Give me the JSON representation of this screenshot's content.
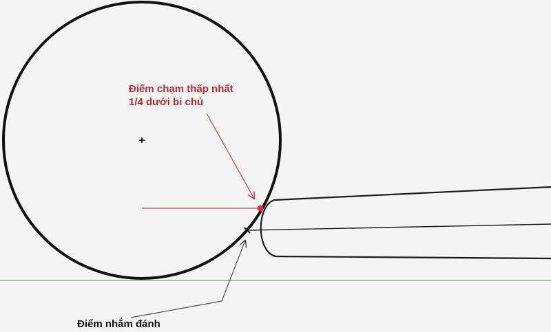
{
  "labels": {
    "contact_point_line1": "Điểm chạm thấp nhất",
    "contact_point_line2": "1/4 dưới bi chủ",
    "aim_point": "Điểm nhắm đánh"
  },
  "colors": {
    "background": "#f4f4f4",
    "ball_outline": "#111111",
    "cue_outline": "#1a1a1a",
    "contact_text": "#c0282d",
    "contact_marker": "#e03040",
    "pointer_line": "#c2413f",
    "aim_text": "#111111",
    "aim_arrow": "#4a4a4a",
    "table_line": "#6aaa6a"
  },
  "icons": {
    "ball_center": "plus-mark",
    "aim_marker": "x-mark",
    "contact_marker": "dot"
  }
}
